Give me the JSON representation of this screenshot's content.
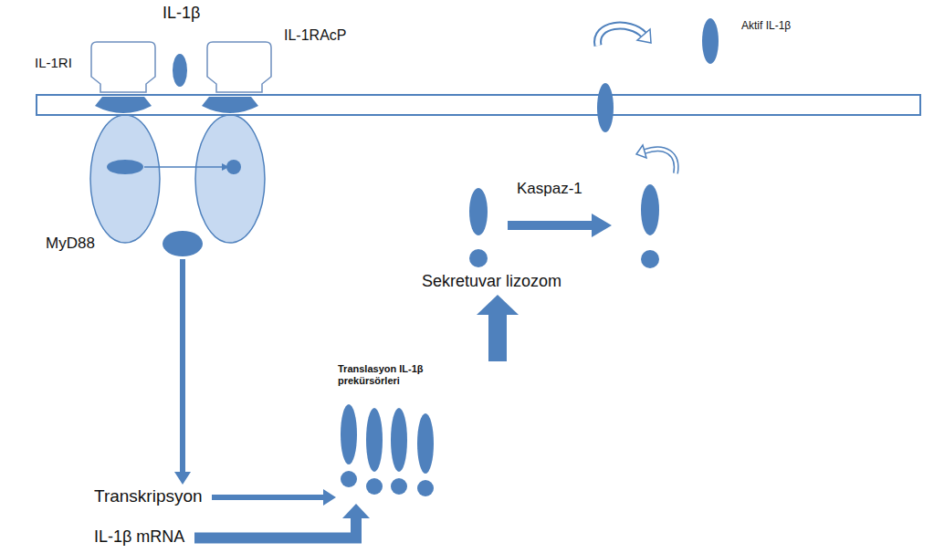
{
  "diagram": {
    "nodes": [
      {
        "text": [
          "MyD88"
        ]
      },
      {
        "text": [
          "Transkripsyon"
        ]
      },
      {
        "text": [
          "IL-1β mRNA"
        ]
      },
      {
        "text": [
          "Translasyon IL-1β prekürsörleri"
        ]
      },
      {
        "text": [
          "Sekretuvar lizozom"
        ]
      }
    ],
    "edges": [
      {
        "from": 0,
        "to": 1,
        "arrow": "to"
      },
      {
        "from": 1,
        "to": 3,
        "arrow": "to"
      },
      {
        "from": 2,
        "to": 3,
        "arrow": "to"
      },
      {
        "from": 3,
        "to": 4,
        "arrow": "to"
      }
    ],
    "labels": [
      "IL-1β",
      "IL-1RI",
      "IL-1RAcP",
      "Aktif IL-1β",
      "Kaspaz-1"
    ]
  }
}
